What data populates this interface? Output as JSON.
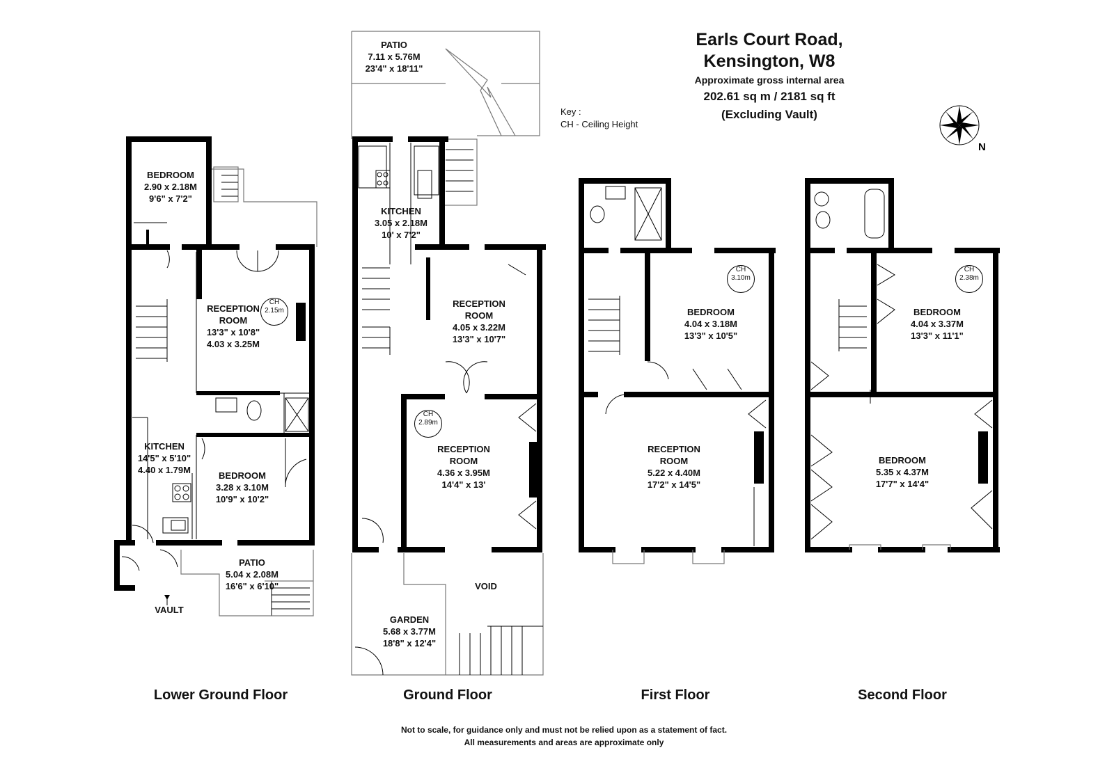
{
  "title": {
    "line1": "Earls Court Road,",
    "line2": "Kensington, W8",
    "area_caption": "Approximate gross internal area",
    "area": "202.61 sq m /  2181 sq ft",
    "note": "(Excluding Vault)"
  },
  "key": {
    "heading": "Key :",
    "entry": "CH - Ceiling Height"
  },
  "compass": {
    "label": "N"
  },
  "floors": {
    "lower_ground": "Lower Ground Floor",
    "ground": "Ground Floor",
    "first": "First Floor",
    "second": "Second Floor"
  },
  "lower_ground": {
    "bedroom_small": {
      "name": "BEDROOM",
      "metric": "2.90 x 2.18M",
      "imperial": "9'6\" x 7'2\""
    },
    "reception": {
      "name1": "RECEPTION",
      "name2": "ROOM",
      "imperial": "13'3\" x 10'8\"",
      "metric": "4.03 x 3.25M"
    },
    "kitchen": {
      "name": "KITCHEN",
      "imperial": "14'5\" x 5'10\"",
      "metric": "4.40 x 1.79M"
    },
    "bedroom": {
      "name": "BEDROOM",
      "metric": "3.28 x 3.10M",
      "imperial": "10'9\" x 10'2\""
    },
    "patio": {
      "name": "PATIO",
      "metric": "5.04 x 2.08M",
      "imperial": "16'6\" x 6'10\""
    },
    "vault": "VAULT",
    "ch": {
      "label": "CH",
      "value": "2.15m"
    }
  },
  "ground": {
    "patio": {
      "name": "PATIO",
      "metric": "7.11 x 5.76M",
      "imperial": "23'4\" x 18'11\""
    },
    "kitchen": {
      "name": "KITCHEN",
      "metric": "3.05 x 2.18M",
      "imperial": "10' x 7'2\""
    },
    "reception_rear": {
      "name1": "RECEPTION",
      "name2": "ROOM",
      "metric": "4.05 x 3.22M",
      "imperial": "13'3\" x 10'7\""
    },
    "reception_front": {
      "name1": "RECEPTION",
      "name2": "ROOM",
      "metric": "4.36 x 3.95M",
      "imperial": "14'4\" x 13'"
    },
    "garden": {
      "name": "GARDEN",
      "metric": "5.68 x 3.77M",
      "imperial": "18'8\" x 12'4\""
    },
    "void": "VOID",
    "ch": {
      "label": "CH",
      "value": "2.89m"
    }
  },
  "first": {
    "bedroom": {
      "name": "BEDROOM",
      "metric": "4.04 x 3.18M",
      "imperial": "13'3\" x 10'5\""
    },
    "reception": {
      "name1": "RECEPTION",
      "name2": "ROOM",
      "metric": "5.22 x 4.40M",
      "imperial": "17'2\" x 14'5\""
    },
    "ch": {
      "label": "CH",
      "value": "3.10m"
    }
  },
  "second": {
    "bedroom_rear": {
      "name": "BEDROOM",
      "metric": "4.04 x 3.37M",
      "imperial": "13'3\" x 11'1\""
    },
    "bedroom_front": {
      "name": "BEDROOM",
      "metric": "5.35 x 4.37M",
      "imperial": "17'7\" x 14'4\""
    },
    "ch": {
      "label": "CH",
      "value": "2.38m"
    }
  },
  "disclaimer": {
    "line1": "Not to scale, for guidance only and must not be relied upon as a statement of fact.",
    "line2": "All measurements and areas are approximate only"
  }
}
